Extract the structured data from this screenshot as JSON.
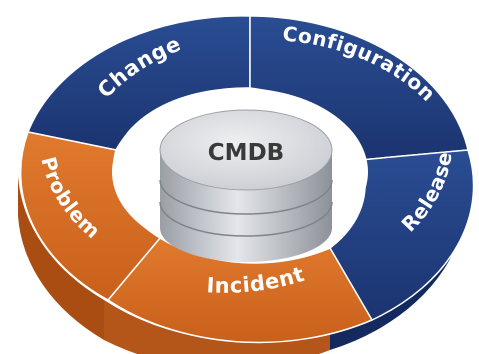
{
  "diagram": {
    "center": {
      "label": "CMDB"
    },
    "segments": [
      {
        "label": "Change",
        "color": "#1f3a78"
      },
      {
        "label": "Configuration",
        "color": "#1f3a78"
      },
      {
        "label": "Release",
        "color": "#1f3a78"
      },
      {
        "label": "Incident",
        "color": "#d06a22"
      },
      {
        "label": "Problem",
        "color": "#d06a22"
      }
    ]
  }
}
